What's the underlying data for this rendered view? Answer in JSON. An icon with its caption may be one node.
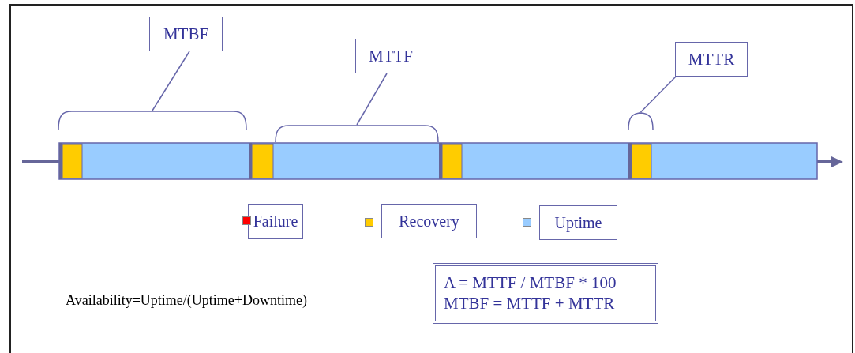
{
  "diagram": {
    "nodes": [
      {
        "text": [
          "MTBF"
        ]
      },
      {
        "text": [
          "MTTF"
        ]
      },
      {
        "text": [
          "MTTR"
        ]
      },
      {
        "text": [],
        "shape": "bracket"
      },
      {
        "text": [],
        "shape": "bracket"
      },
      {
        "text": [],
        "shape": "bracket"
      },
      {
        "text": [
          "A = MTTF / MTBF * 100",
          "MTBF = MTTF + MTTR"
        ]
      }
    ],
    "edges": [
      {
        "from": 0,
        "to": 3,
        "arrow": "none"
      },
      {
        "from": 1,
        "to": 4,
        "arrow": "none"
      },
      {
        "from": 2,
        "to": 5,
        "arrow": "none"
      }
    ],
    "labels": [
      "Availability=Uptime/(Uptime+Downtime)"
    ],
    "legend": [
      {
        "text": "Failure",
        "color": "#ff0000"
      },
      {
        "text": "Recovery",
        "color": "#ffcc00"
      },
      {
        "text": "Uptime",
        "color": "#99ccff"
      }
    ]
  }
}
